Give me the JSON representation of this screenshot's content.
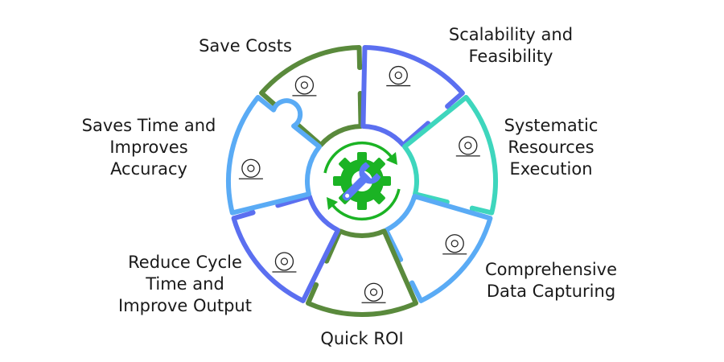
{
  "title": "Benefits",
  "center": {
    "icon": "gear-wrench-icon"
  },
  "segments": [
    {
      "label": "Save Costs",
      "icon": "money-hand-icon",
      "color": "#5a8a3c"
    },
    {
      "label": "Scalability and\nFeasibility",
      "icon": "lightbulb-arrows-icon",
      "color": "#5b6ff0"
    },
    {
      "label": "Systematic\nResources\nExecution",
      "icon": "team-target-icon",
      "color": "#3ed6bd"
    },
    {
      "label": "Comprehensive\nData Capturing",
      "icon": "data-node-icon",
      "color": "#5aabf5"
    },
    {
      "label": "Quick ROI",
      "icon": "coin-cycle-icon",
      "color": "#5a8a3c"
    },
    {
      "label": "Reduce Cycle\nTime and\nImprove Output",
      "icon": "hourglass-icon",
      "color": "#5b6ff0"
    },
    {
      "label": "Saves Time and\nImproves\nAccuracy",
      "icon": "stopwatch-hand-icon",
      "color": "#5aabf5"
    }
  ],
  "colors": {
    "hub": "#1bb324",
    "wrench": "#5b7af5"
  }
}
